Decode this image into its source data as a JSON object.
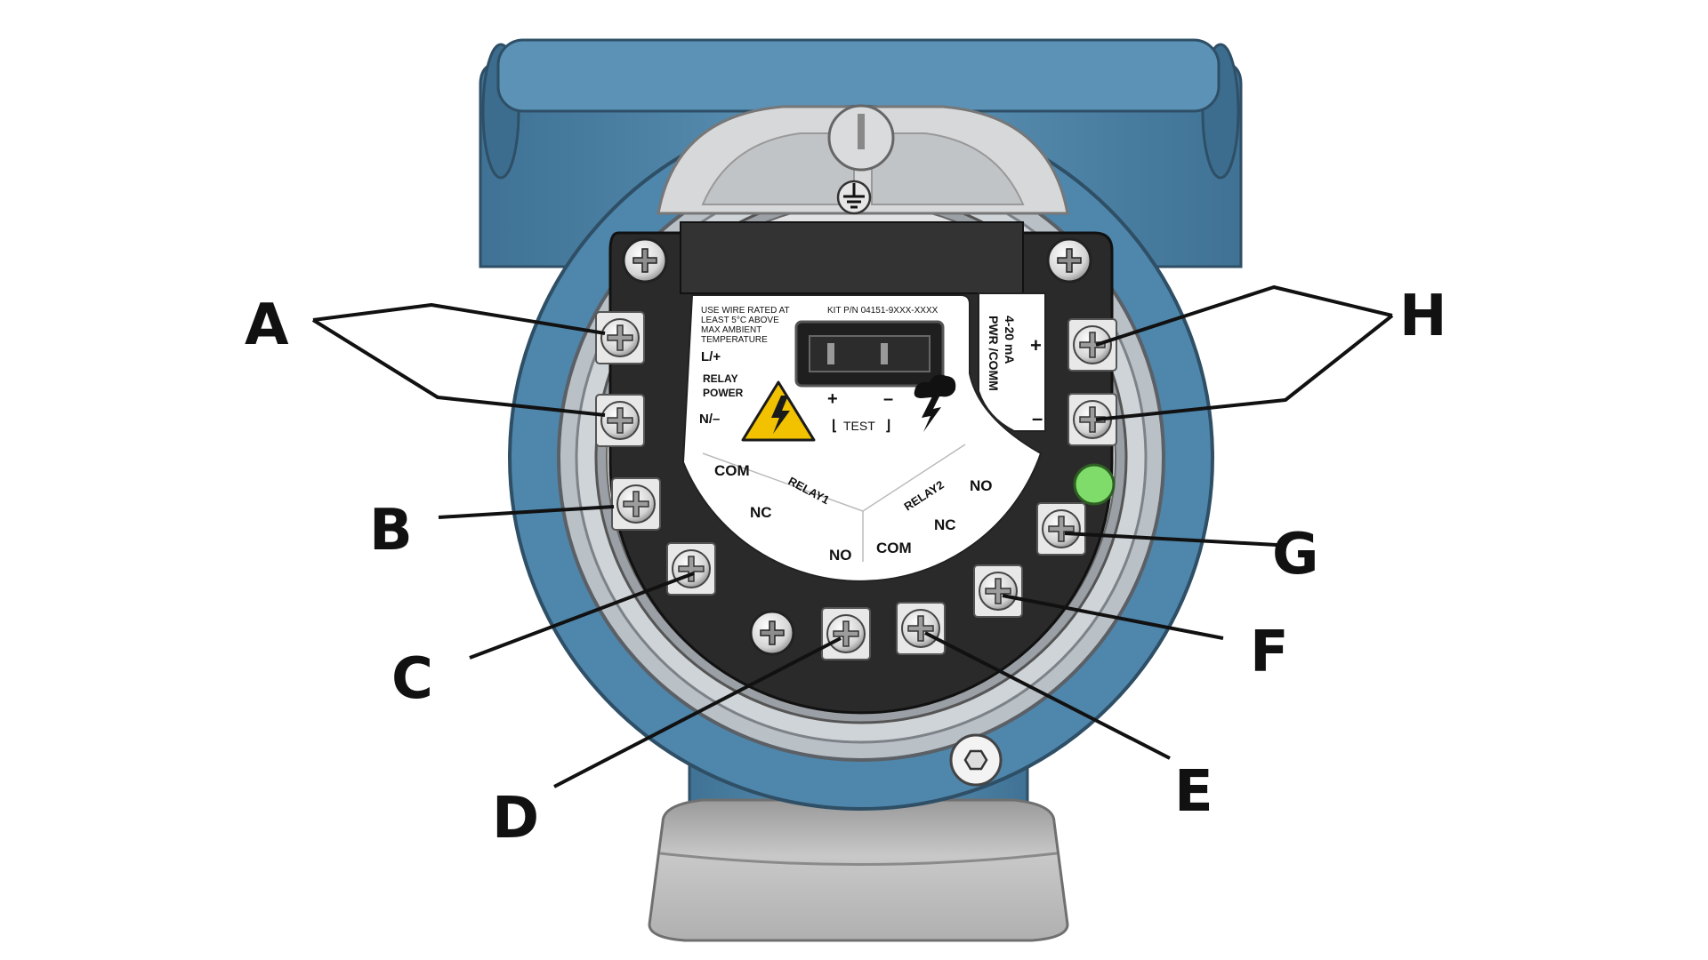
{
  "callouts": {
    "a": "A",
    "b": "B",
    "c": "C",
    "d": "D",
    "e": "E",
    "f": "F",
    "g": "G",
    "h": "H"
  },
  "panel": {
    "wire_note": [
      "USE WIRE RATED AT",
      "LEAST 5°C ABOVE",
      "MAX AMBIENT",
      "TEMPERATURE"
    ],
    "kit_pn": "KIT P/N 04151-9XXX-XXXX",
    "l_plus": "L/+",
    "relay_power": [
      "RELAY",
      "POWER"
    ],
    "n_minus": "N/–",
    "test_plus": "+",
    "test_minus": "–",
    "test": "TEST",
    "relay1": {
      "name": "RELAY1",
      "com": "COM",
      "nc": "NC",
      "no": "NO"
    },
    "relay2": {
      "name": "RELAY2",
      "no": "NO",
      "nc": "NC",
      "com": "COM"
    },
    "pwr_comm": "PWR /COMM",
    "current_range": "4-20 mA",
    "pwr_plus": "+",
    "pwr_minus": "–"
  },
  "colors": {
    "housing_blue": "#4f86ab",
    "housing_blue_light": "#7aa9c9",
    "ring_gray": "#b9c0c6",
    "terminal_black": "#2a2a2a",
    "label_white": "#ffffff",
    "warning_yellow": "#f2c200",
    "led_green": "#7fdc6a",
    "leader_line": "#111111"
  },
  "icons": [
    "warning-triangle-icon",
    "lightning-bolt-icon",
    "ground-symbol-icon",
    "hex-socket-icon"
  ]
}
